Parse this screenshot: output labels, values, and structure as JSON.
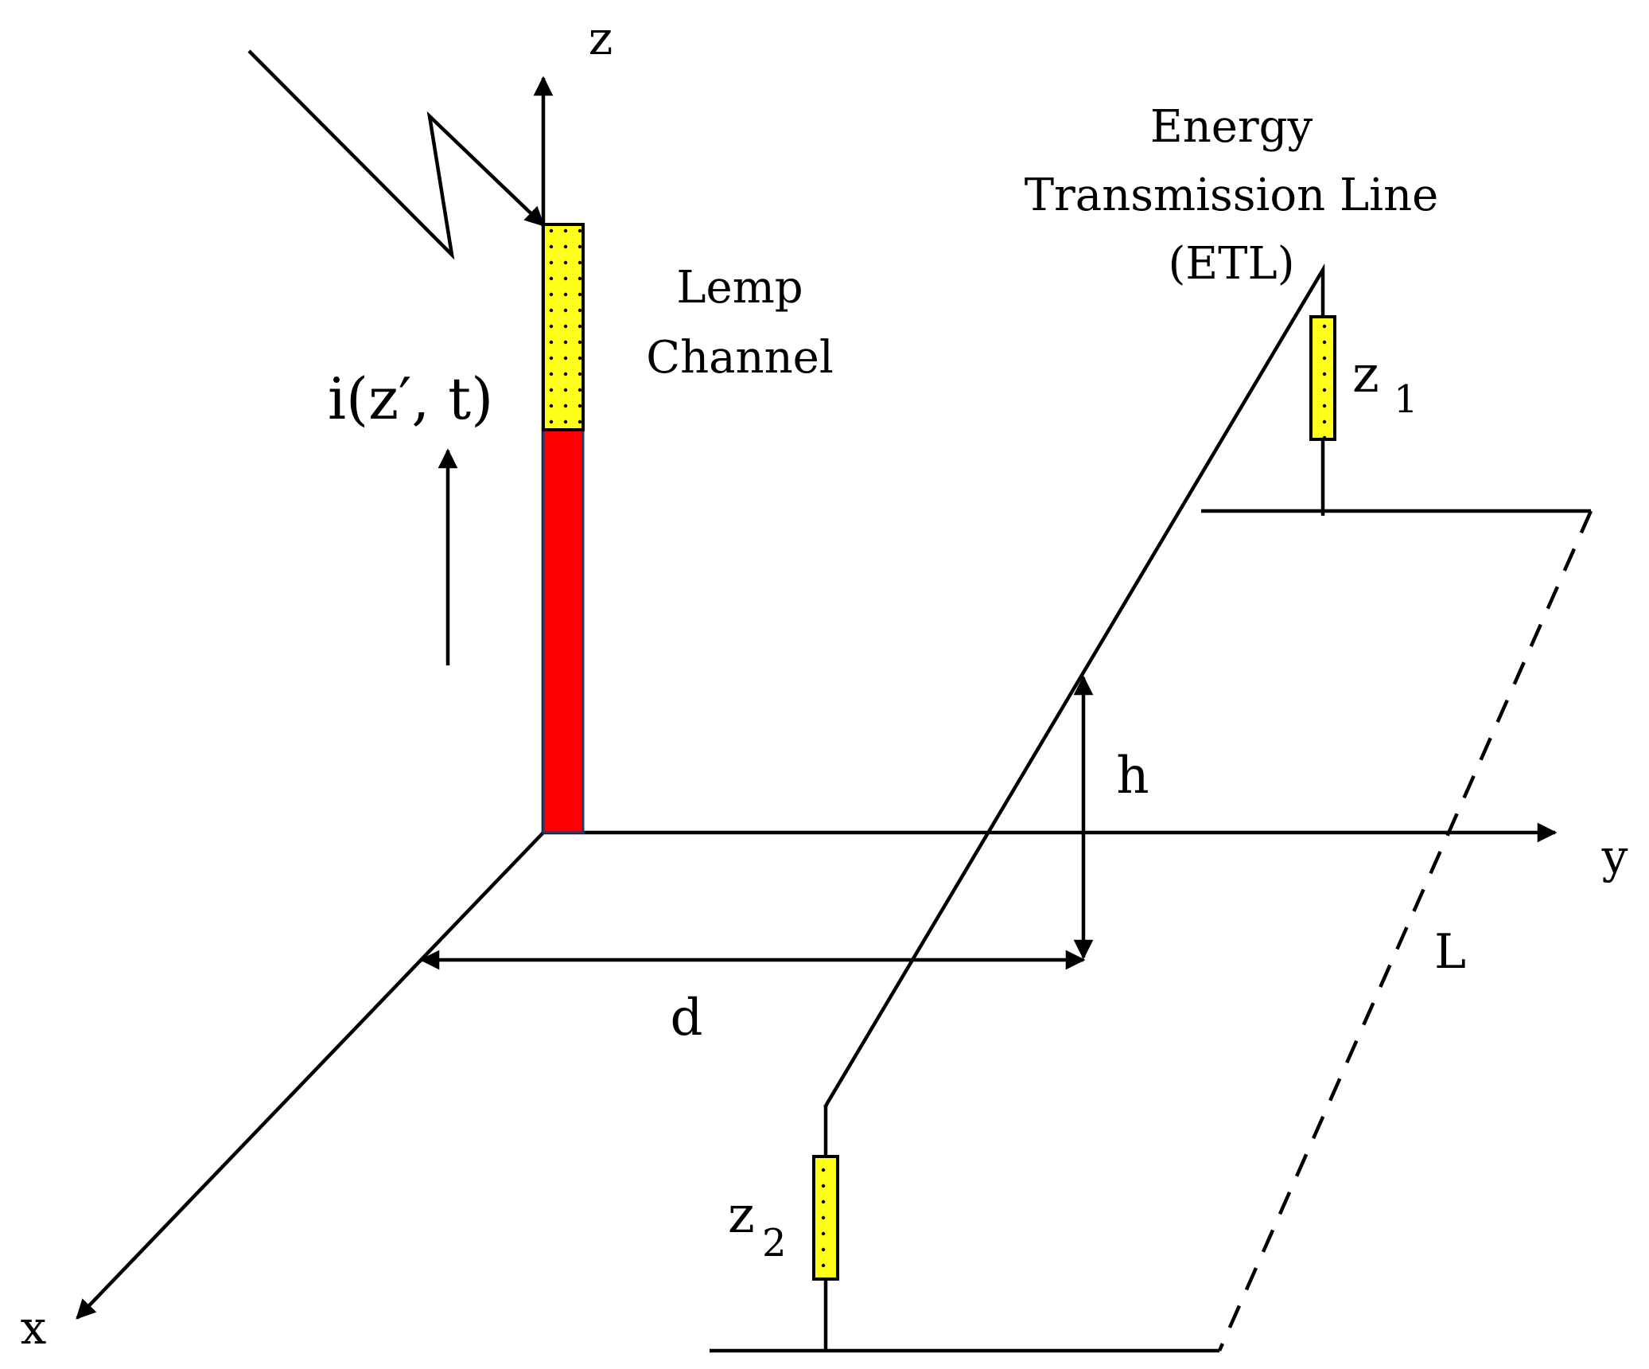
{
  "colors": {
    "channel_upper": "#ffff1a",
    "channel_lower": "#ff0000",
    "resistor": "#ffff1a",
    "line": "#000000"
  },
  "labels": {
    "axis_z": "z",
    "axis_y": "y",
    "axis_x": "x",
    "etl_line1": "Energy",
    "etl_line2": "Transmission Line",
    "etl_line3": "(ETL)",
    "channel_line1": "Lemp",
    "channel_line2": "Channel",
    "current": "i(z′, t)",
    "z1_base": "z",
    "z1_sub": "1",
    "z2_base": "z",
    "z2_sub": "2",
    "height": "h",
    "distance": "d",
    "length": "L"
  }
}
